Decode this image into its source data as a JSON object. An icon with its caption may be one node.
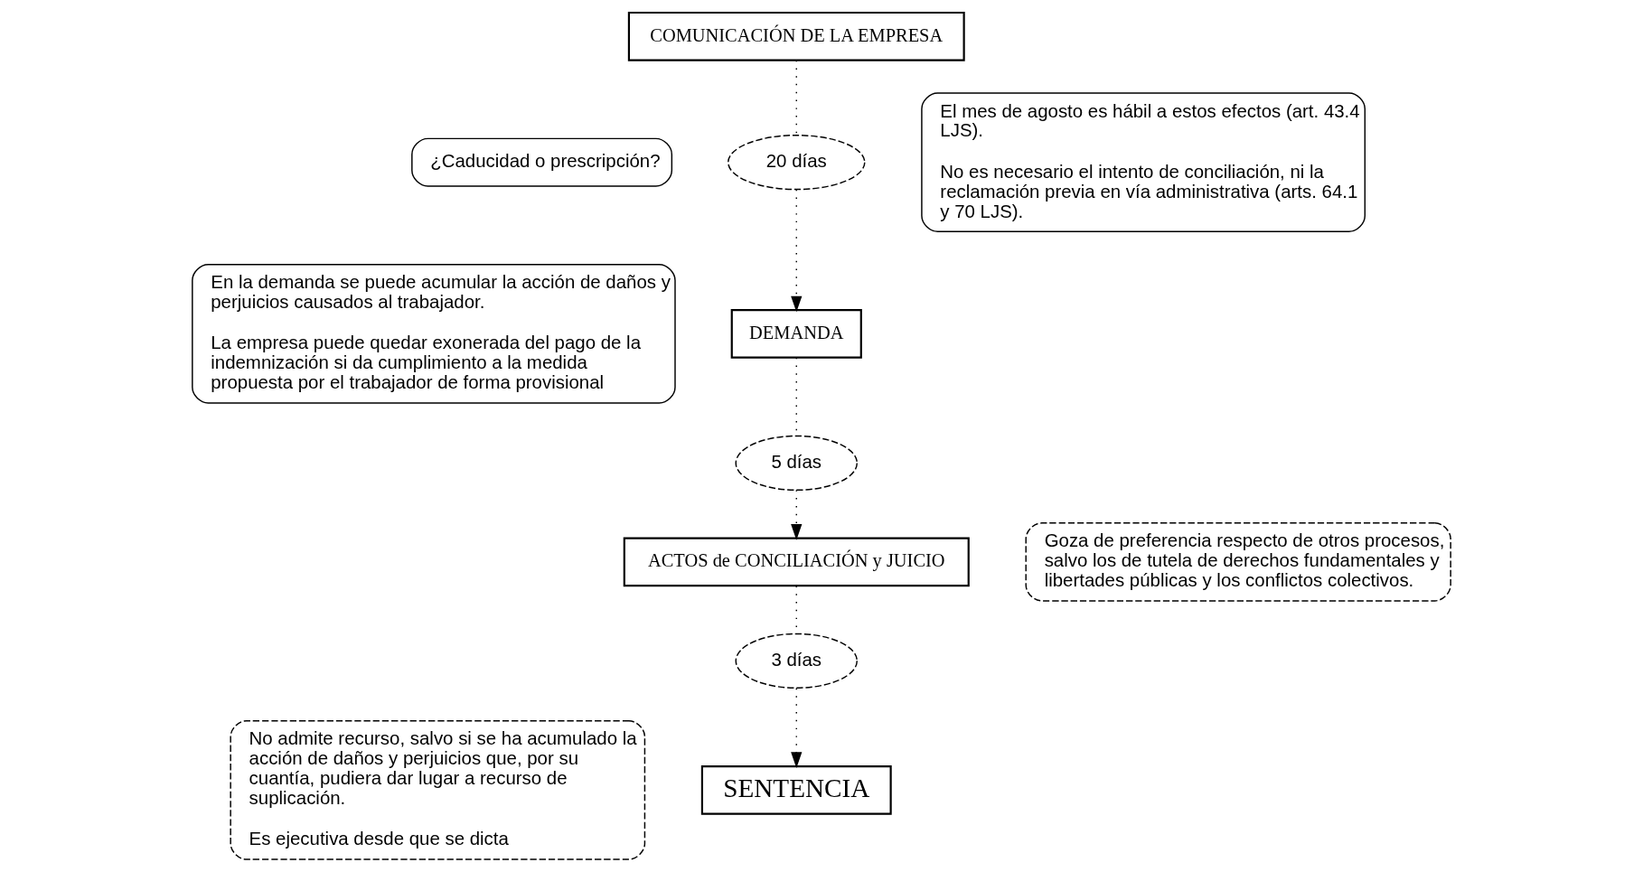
{
  "diagram": {
    "nodes": [
      {
        "text": [
          "COMUNICACIÓN DE LA EMPRESA"
        ]
      },
      {
        "text": [
          "¿Caducidad o prescripción?"
        ]
      },
      {
        "text": [
          "20 días"
        ]
      },
      {
        "text": [
          "El mes de agosto es hábil a estos efectos (art. 43.4 LJS).",
          "No es necesario el intento de conciliación, ni la reclamación previa en vía administrativa (arts. 64.1 y 70 LJS)."
        ]
      },
      {
        "text": [
          "En la demanda se puede acumular la acción de daños y perjuicios causados al trabajador.",
          "La empresa puede quedar exonerada del pago de la indemnización si da cumplimiento a la medida propuesta por el trabajador de forma provisional"
        ]
      },
      {
        "text": [
          "DEMANDA"
        ]
      },
      {
        "text": [
          "5 días"
        ]
      },
      {
        "text": [
          "ACTOS de CONCILIACIÓN y JUICIO"
        ]
      },
      {
        "text": [
          "Goza de preferencia respecto de otros procesos, salvo los de tutela de derechos fundamentales y libertades públicas y los conflictos colectivos."
        ]
      },
      {
        "text": [
          "3 días"
        ]
      },
      {
        "text": [
          "No admite recurso, salvo si se ha acumulado la acción de daños y perjuicios que, por su cuantía, pudiera dar lugar a recurso de suplicación.",
          "Es ejecutiva desde que se dicta"
        ]
      },
      {
        "text": [
          "SENTENCIA"
        ]
      }
    ],
    "edges": [
      {
        "from": 0,
        "to": 2,
        "arrow": "none",
        "style": "dashed"
      },
      {
        "from": 2,
        "to": 5,
        "arrow": "to",
        "style": "dashed"
      },
      {
        "from": 5,
        "to": 6,
        "arrow": "none",
        "style": "dashed"
      },
      {
        "from": 6,
        "to": 7,
        "arrow": "to",
        "style": "dashed"
      },
      {
        "from": 7,
        "to": 9,
        "arrow": "none",
        "style": "dashed"
      },
      {
        "from": 9,
        "to": 11,
        "arrow": "to",
        "style": "dashed"
      }
    ]
  }
}
